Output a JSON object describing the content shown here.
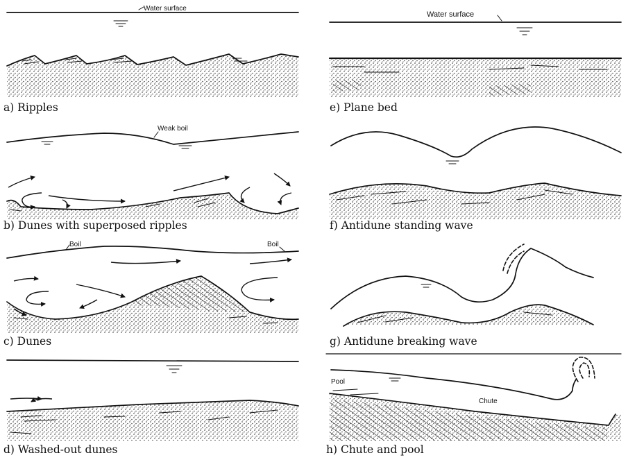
{
  "panels": {
    "a": {
      "caption": "a) Ripples",
      "labels": {
        "water_surface": "Water surface"
      }
    },
    "b": {
      "caption": "b) Dunes with superposed ripples",
      "labels": {
        "weak_boil": "Weak boil"
      }
    },
    "c": {
      "caption": "c) Dunes",
      "labels": {
        "boil_left": "Boil",
        "boil_right": "Boil"
      }
    },
    "d": {
      "caption": "d) Washed-out dunes",
      "labels": {}
    },
    "e": {
      "caption": "e) Plane bed",
      "labels": {
        "water_surface": "Water surface"
      }
    },
    "f": {
      "caption": "f) Antidune standing wave",
      "labels": {}
    },
    "g": {
      "caption": "g) Antidune breaking wave",
      "labels": {}
    },
    "h": {
      "caption": "h) Chute and pool",
      "labels": {
        "pool": "Pool",
        "chute": "Chute"
      }
    }
  }
}
